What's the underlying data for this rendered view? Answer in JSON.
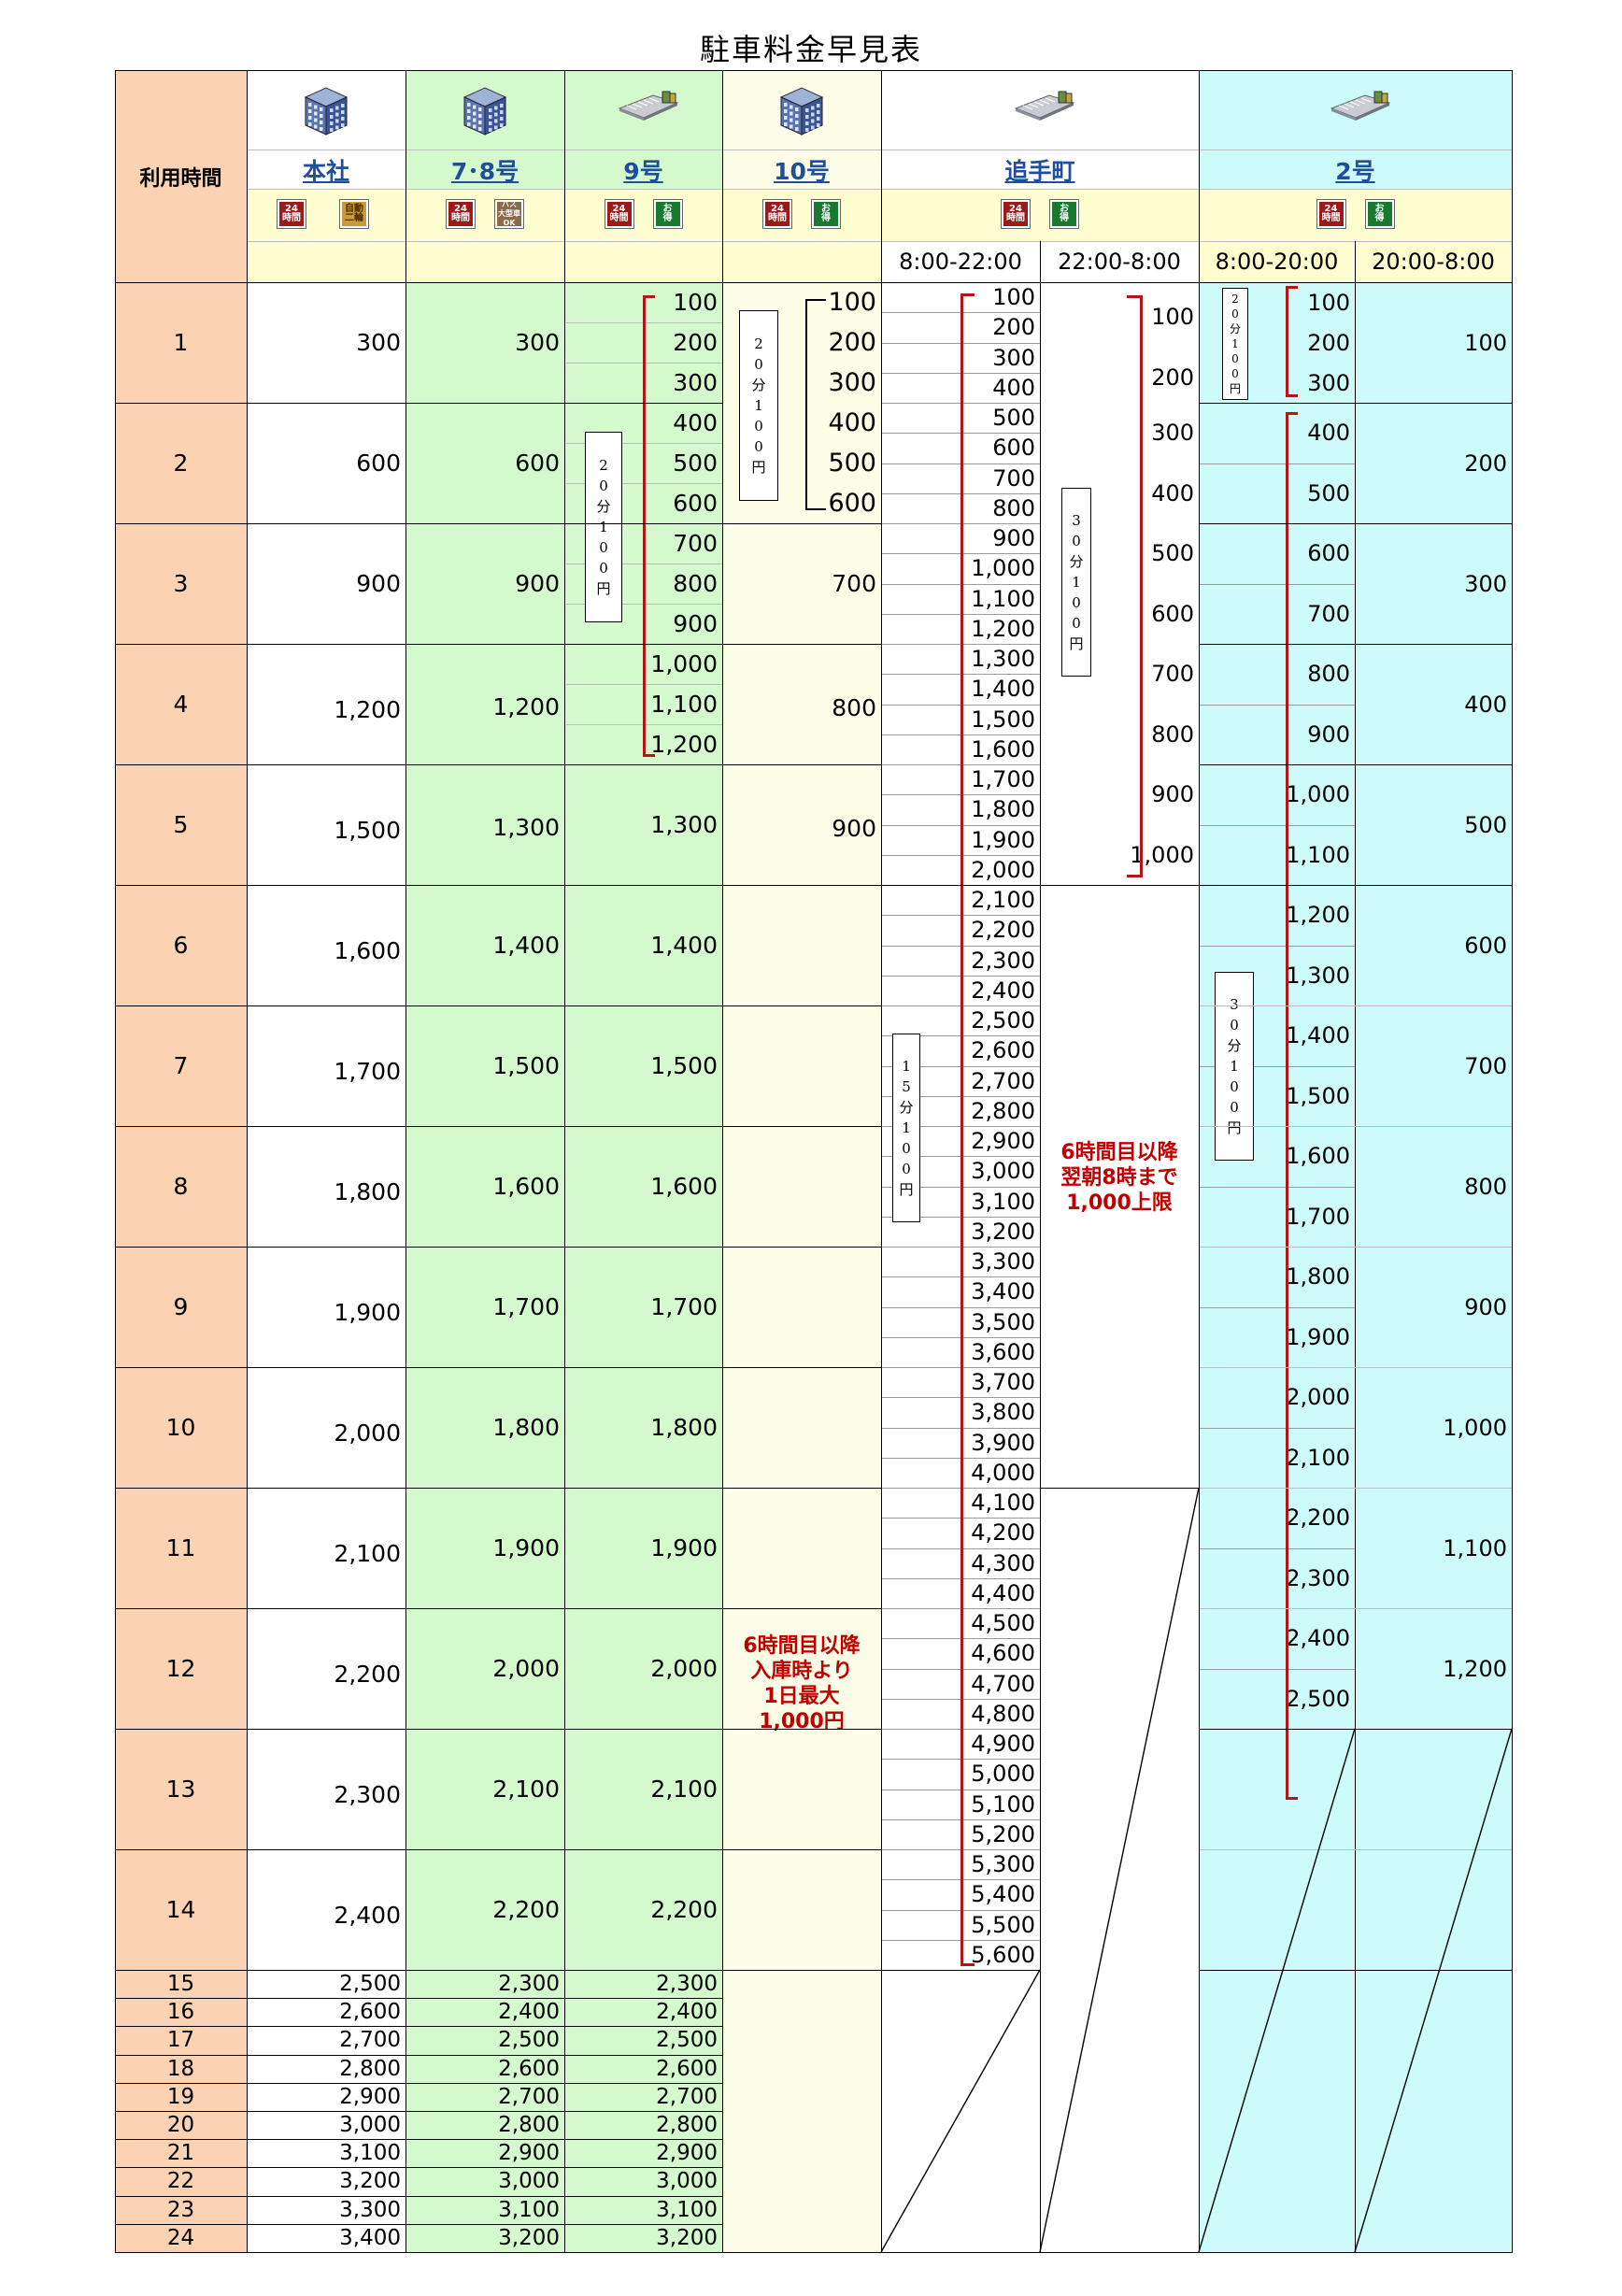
{
  "title": "駐車料金早見表",
  "header": {
    "usage_time_label": "利用時間",
    "lots": [
      {
        "name": "本社",
        "icon": "building-icon",
        "badges": [
          "24時間",
          "自動二輪"
        ]
      },
      {
        "name": "7･8号",
        "icon": "building-icon",
        "badges": [
          "24時間",
          "バス大型車OK"
        ]
      },
      {
        "name": "9号",
        "icon": "flat-lot-icon",
        "badges": [
          "24時間",
          "お得"
        ]
      },
      {
        "name": "10号",
        "icon": "building-icon",
        "badges": [
          "24時間",
          "お得"
        ]
      },
      {
        "name": "追手町",
        "icon": "flat-lot-icon",
        "badges": [
          "24時間",
          "お得"
        ],
        "time_slots": [
          "8:00-22:00",
          "22:00-8:00"
        ]
      },
      {
        "name": "2号",
        "icon": "flat-lot-icon",
        "badges": [
          "24時間",
          "お得"
        ],
        "time_slots": [
          "8:00-20:00",
          "20:00-8:00"
        ]
      }
    ],
    "badge_text": {
      "b24": [
        "24",
        "時間"
      ],
      "otoku": [
        "お",
        "得"
      ],
      "auto": [
        "自動",
        "二輪"
      ],
      "bus": [
        "バス",
        "大型車",
        "OK"
      ]
    }
  },
  "hours": [
    "1",
    "2",
    "3",
    "4",
    "5",
    "6",
    "7",
    "8",
    "9",
    "10",
    "11",
    "12",
    "13",
    "14",
    "15",
    "16",
    "17",
    "18",
    "19",
    "20",
    "21",
    "22",
    "23",
    "24"
  ],
  "honsha": [
    "300",
    "600",
    "900",
    "1,200",
    "1,500",
    "1,600",
    "1,700",
    "1,800",
    "1,900",
    "2,000",
    "2,100",
    "2,200",
    "2,300",
    "2,400",
    "2,500",
    "2,600",
    "2,700",
    "2,800",
    "2,900",
    "3,000",
    "3,100",
    "3,200",
    "3,300",
    "3,400"
  ],
  "lot78": [
    "300",
    "600",
    "900",
    "1,200",
    "1,300",
    "1,400",
    "1,500",
    "1,600",
    "1,700",
    "1,800",
    "1,900",
    "2,000",
    "2,100",
    "2,200",
    "2,300",
    "2,400",
    "2,500",
    "2,600",
    "2,700",
    "2,800",
    "2,900",
    "3,000",
    "3,100",
    "3,200"
  ],
  "lot9_first4": [
    "100",
    "200",
    "300",
    "400",
    "500",
    "600",
    "700",
    "800",
    "900",
    "1,000",
    "1,100",
    "1,200"
  ],
  "lot9": [
    "1,300",
    "1,400",
    "1,500",
    "1,600",
    "1,700",
    "1,800",
    "1,900",
    "2,000",
    "2,100",
    "2,200",
    "2,300",
    "2,400",
    "2,500",
    "2,600",
    "2,700",
    "2,800",
    "2,900",
    "3,000",
    "3,100",
    "3,200"
  ],
  "lot9_note": [
    "2",
    "0",
    "分",
    "1",
    "0",
    "0",
    "円"
  ],
  "lot10_first2": [
    "100",
    "200",
    "300",
    "400",
    "500",
    "600"
  ],
  "lot10": [
    "700",
    "800",
    "900"
  ],
  "lot10_note_box": [
    "2",
    "0",
    "分",
    "1",
    "0",
    "0",
    "円"
  ],
  "lot10_note": [
    "6時間目以降",
    "入庫時より",
    "1日最大",
    "1,000円"
  ],
  "otemachi_day": [
    "100",
    "200",
    "300",
    "400",
    "500",
    "600",
    "700",
    "800",
    "900",
    "1,000",
    "1,100",
    "1,200",
    "1,300",
    "1,400",
    "1,500",
    "1,600",
    "1,700",
    "1,800",
    "1,900",
    "2,000",
    "2,100",
    "2,200",
    "2,300",
    "2,400",
    "2,500",
    "2,600",
    "2,700",
    "2,800",
    "2,900",
    "3,000",
    "3,100",
    "3,200",
    "3,300",
    "3,400",
    "3,500",
    "3,600",
    "3,700",
    "3,800",
    "3,900",
    "4,000",
    "4,100",
    "4,200",
    "4,300",
    "4,400",
    "4,500",
    "4,600",
    "4,700",
    "4,800",
    "4,900",
    "5,000",
    "5,100",
    "5,200",
    "5,300",
    "5,400",
    "5,500",
    "5,600"
  ],
  "otemachi_day_note": [
    "1",
    "5",
    "分",
    "1",
    "0",
    "0",
    "円"
  ],
  "otemachi_night": [
    "100",
    "200",
    "300",
    "400",
    "500",
    "600",
    "700",
    "800",
    "900",
    "1,000"
  ],
  "otemachi_night_note": [
    "3",
    "0",
    "分",
    "1",
    "0",
    "0",
    "円"
  ],
  "otemachi_night_cap": [
    "6時間目以降",
    "翌朝8時まで",
    "1,000上限"
  ],
  "no2_day": [
    "100",
    "200",
    "300",
    "400",
    "500",
    "600",
    "700",
    "800",
    "900",
    "1,000",
    "1,100",
    "1,200",
    "1,300",
    "1,400",
    "1,500",
    "1,600",
    "1,700",
    "1,800",
    "1,900",
    "2,000",
    "2,100",
    "2,200",
    "2,300",
    "2,400",
    "2,500"
  ],
  "no2_day_note_top": [
    "2",
    "0",
    "分",
    "1",
    "0",
    "0",
    "円"
  ],
  "no2_day_note": [
    "3",
    "0",
    "分",
    "1",
    "0",
    "0",
    "円"
  ],
  "no2_night": [
    "100",
    "200",
    "300",
    "400",
    "500",
    "600",
    "700",
    "800",
    "900",
    "1,000",
    "1,100",
    "1,200"
  ],
  "colors": {
    "hours_col": "#fbd3b2",
    "green": "#d3f9cd",
    "pale_yellow": "#fefee8",
    "cyan": "#cdfbfb",
    "header_yellow": "#fefdd0",
    "red_accent": "#b01818"
  }
}
